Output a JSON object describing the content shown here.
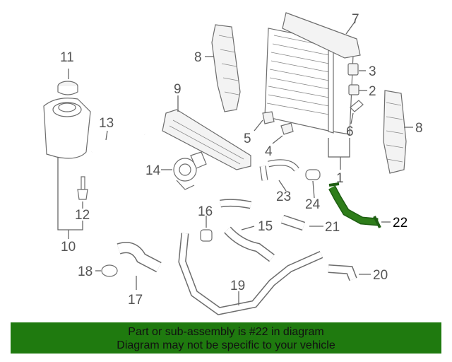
{
  "diagram": {
    "callouts": {
      "c1": "1",
      "c2": "2",
      "c3": "3",
      "c4": "4",
      "c5": "5",
      "c6": "6",
      "c7": "7",
      "c8a": "8",
      "c8b": "8",
      "c9": "9",
      "c10": "10",
      "c11": "11",
      "c12": "12",
      "c13": "13",
      "c14": "14",
      "c15": "15",
      "c16": "16",
      "c17": "17",
      "c18": "18",
      "c19": "19",
      "c20": "20",
      "c21": "21",
      "c22": "22",
      "c23": "23",
      "c24": "24"
    },
    "highlight_color": "#2e7d1a"
  },
  "banner": {
    "line1": "Part or sub-assembly is #22 in diagram",
    "line2": "Diagram may not be specific to your vehicle",
    "background": "#1f7a0f"
  }
}
